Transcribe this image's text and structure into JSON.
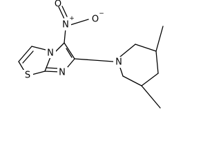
{
  "molecule": {
    "atoms": {
      "nitro_n": "N",
      "nitro_o1": "O",
      "nitro_o2": "O",
      "ring_n_bridge": "N",
      "ring_n_imid": "N",
      "ring_s": "S",
      "pip_n": "N"
    },
    "charges": {
      "nitro_n": "+",
      "nitro_o2": "−"
    }
  }
}
